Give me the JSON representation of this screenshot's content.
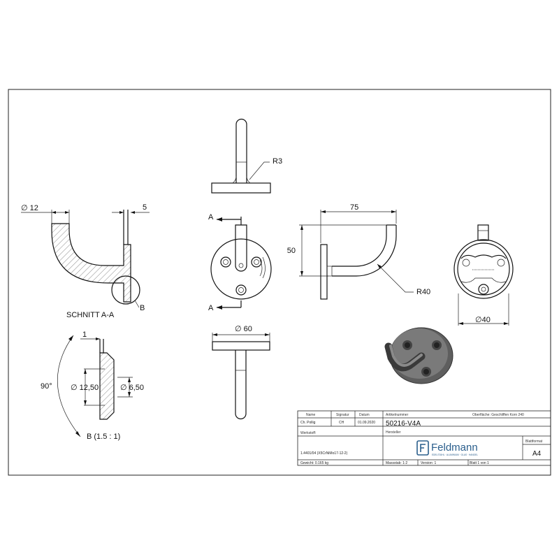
{
  "views": {
    "top_radius": "R3",
    "dia_left": "∅ 12",
    "dim_5": "5",
    "section_marker_top": "A",
    "section_marker_bottom": "A",
    "dim_75": "75",
    "dim_50": "50",
    "radius_r40": "R40",
    "dia_40": "∅40",
    "dia_60": "∅ 60",
    "section_label": "SCHNITT A-A",
    "detail_marker": "B",
    "detail_label": "B (1.5 : 1)",
    "angle_90": "90°",
    "dim_1": "1",
    "dia_1250": "∅ 12,50",
    "dia_650": "∅ 6,50"
  },
  "title_block": {
    "h_name": "Name",
    "h_signature": "Signatur",
    "h_date": "Datum",
    "h_article": "Artikelnummer",
    "surface": "Oberfläche:  Geschliffen Korn 240",
    "name": "Ch. Pollig",
    "signature": "CH",
    "date": "01.09.2020",
    "article_number": "50216-V4A",
    "h_material": "Werkstoff:",
    "material": "1.4401/04 (X5CrNiMo17-12-2)",
    "h_maker": "Hersteller",
    "brand": "Feldmann",
    "brand_tagline": "EDELSTAHL · ALUMINIUM · GLAS · HANDEL",
    "h_format": "Blattformat",
    "format": "A4",
    "weight": "Gewicht: 0.165 kg",
    "scale": "Massstab: 1:2",
    "version": "Version: 1",
    "sheet": "Blatt 1 von 1"
  },
  "colors": {
    "line": "#111111",
    "brand_blue": "#2a5e8c",
    "render_metal": "#6a6a6a"
  }
}
